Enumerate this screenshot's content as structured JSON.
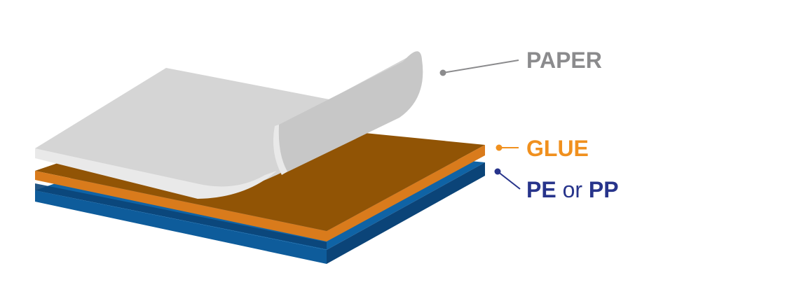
{
  "colors": {
    "paper_top": "#d5d5d5",
    "paper_edge": "#e9e9e9",
    "paper_curl": "#c7c7c7",
    "glue_top": "#915405",
    "glue_edge": "#d97b1c",
    "film_top": "#0f63a5",
    "film_edge": "#0e5c9b",
    "film_dark": "#0b4478",
    "paper_label": "#8b8b8d",
    "glue_label": "#f0901e",
    "film_label": "#27348b"
  },
  "labels": {
    "paper": {
      "text": "PAPER"
    },
    "glue": {
      "text": "GLUE"
    },
    "film": {
      "part1": "PE",
      "connector": "or",
      "part2": "PP"
    }
  }
}
